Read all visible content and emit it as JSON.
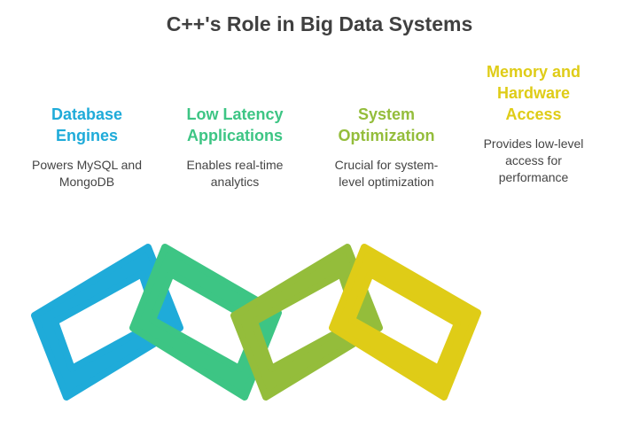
{
  "title": "C++'s Role in Big Data Systems",
  "items": [
    {
      "heading": "Database Engines",
      "description": "Powers MySQL and MongoDB",
      "color": "#1fabd9"
    },
    {
      "heading": "Low Latency Applications",
      "description": "Enables real-time analytics",
      "color": "#3dc584"
    },
    {
      "heading": "System Optimization",
      "description": "Crucial for system-level optimization",
      "color": "#94bd3b"
    },
    {
      "heading": "Memory and Hardware Access",
      "description": "Provides low-level access for performance",
      "color": "#dfcc17"
    }
  ]
}
